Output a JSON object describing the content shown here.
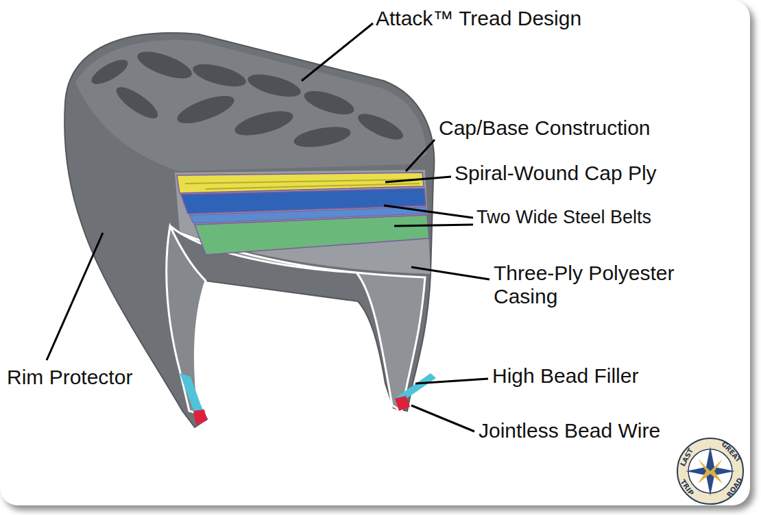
{
  "diagram": {
    "labels": [
      "Attack™ Tread Design",
      "Cap/Base Construction",
      "Spiral-Wound Cap Ply",
      "Two Wide Steel Belts",
      "Three-Ply Polyester Casing",
      "Rim Protector",
      "High Bead Filler",
      "Jointless Bead Wire",
      "LAST",
      "GREAT",
      "ROAD",
      "TRIP"
    ]
  }
}
